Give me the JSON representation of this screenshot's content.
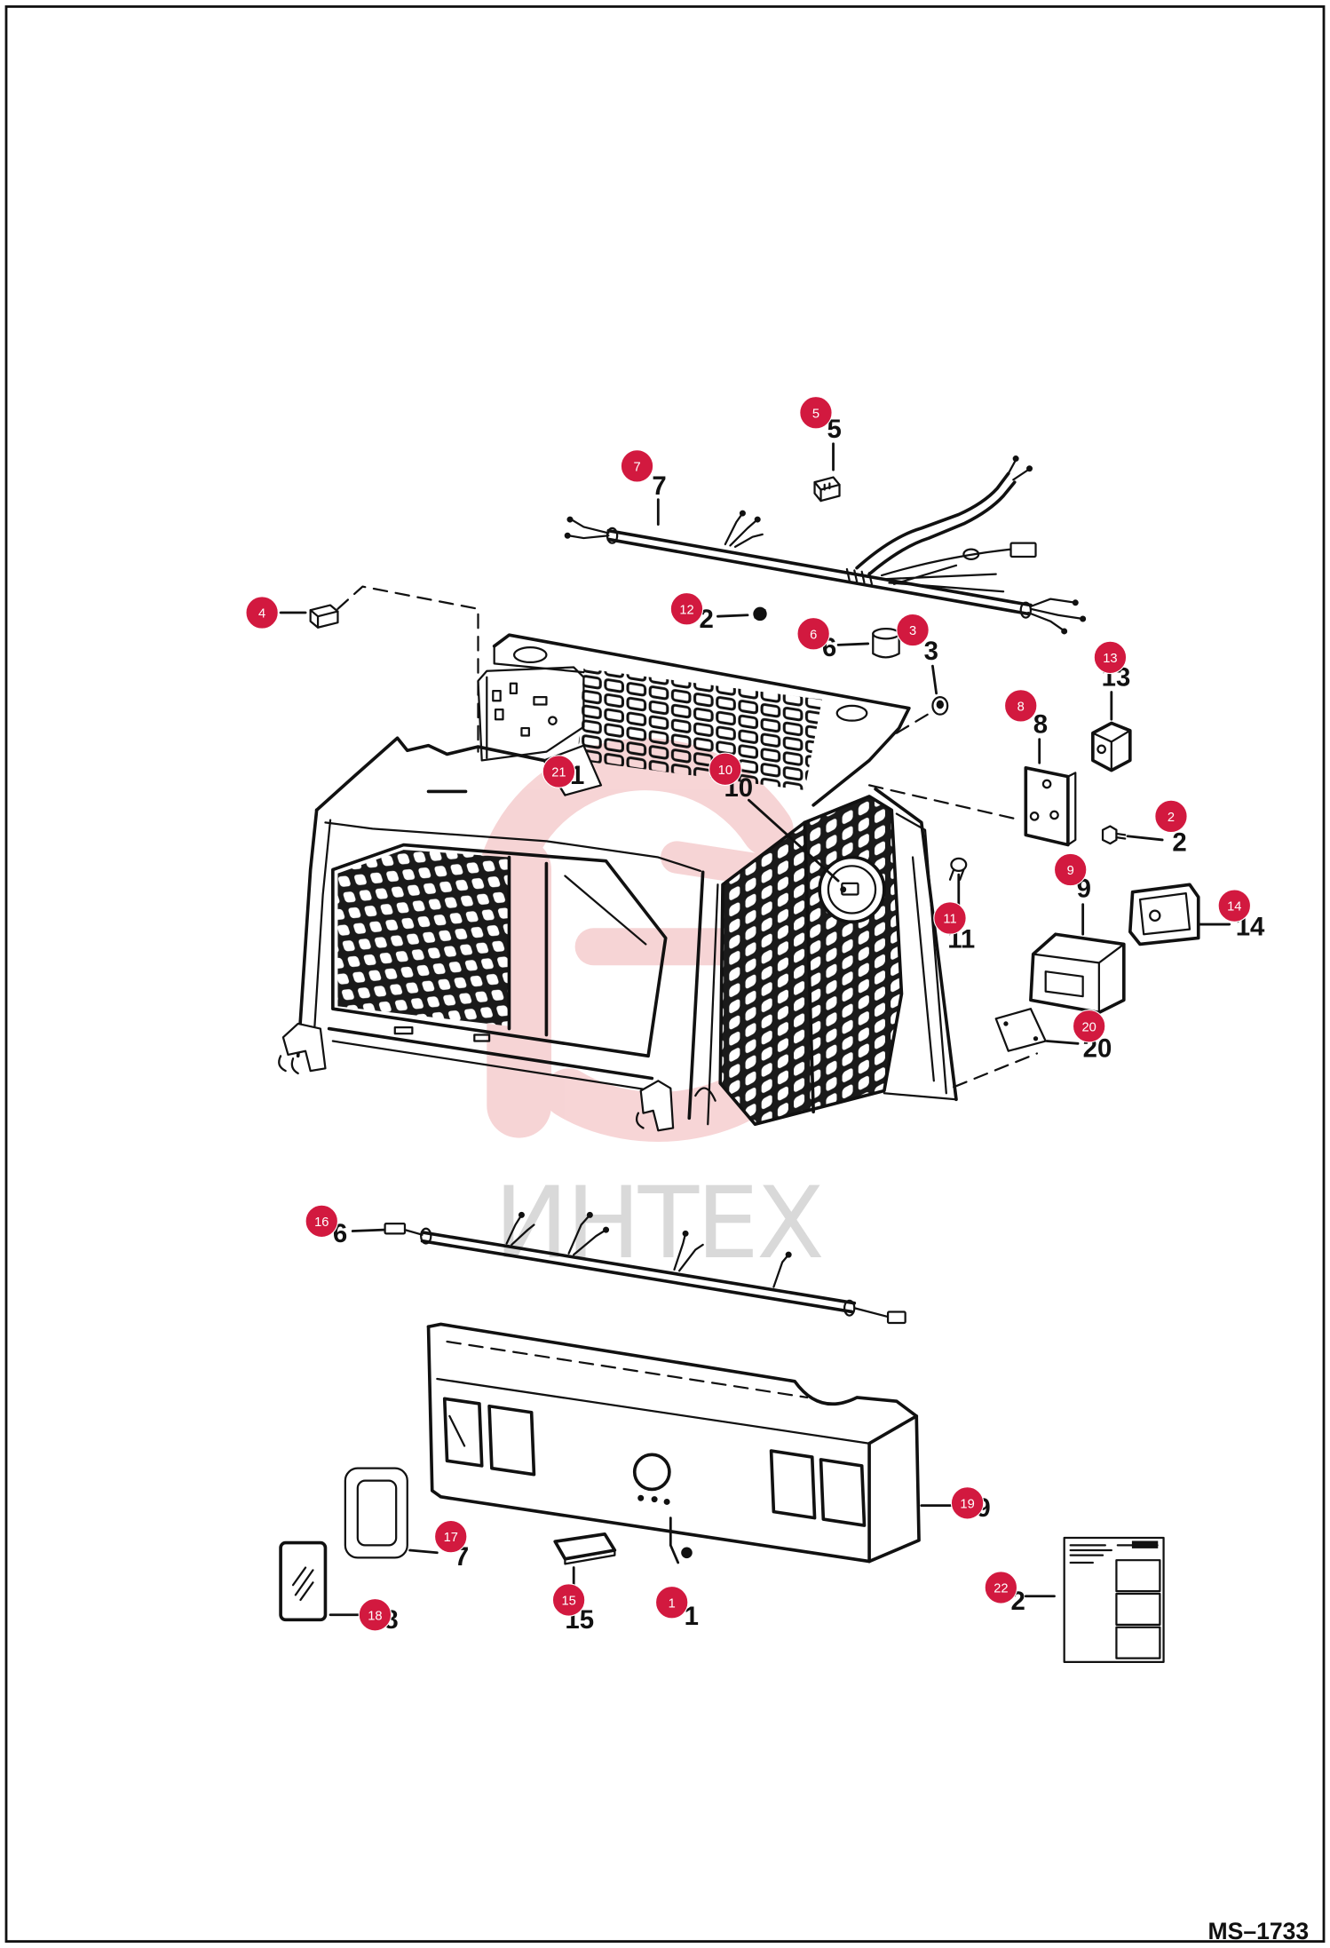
{
  "diagram": {
    "drawing_number": "MS–1733",
    "watermark": "ИНТЕХ"
  },
  "callouts": [
    "1",
    "2",
    "3",
    "4",
    "5",
    "6",
    "7",
    "8",
    "9",
    "10",
    "11",
    "12",
    "13",
    "14",
    "15",
    "16",
    "17",
    "18",
    "19",
    "20",
    "21",
    "22"
  ],
  "labels": {
    "l5": "5",
    "l7": "7",
    "l12": "2",
    "l6": "6",
    "l3": "3",
    "l13": "13",
    "l8": "8",
    "l2": "2",
    "l9": "9",
    "l14": "14",
    "l11": "11",
    "l20": "20",
    "l10": "10",
    "l21": "1",
    "l16": "6",
    "l17": "7",
    "l18": "8",
    "l15": "15",
    "l1": "1",
    "l19": "9",
    "l22": "2"
  },
  "colors": {
    "callout": "#d2193f",
    "callout_text": "#ffffff",
    "line_art": "#111111",
    "watermark": "#f6d0d1",
    "watermark_text": "#d9d9d9",
    "background": "#ffffff"
  }
}
